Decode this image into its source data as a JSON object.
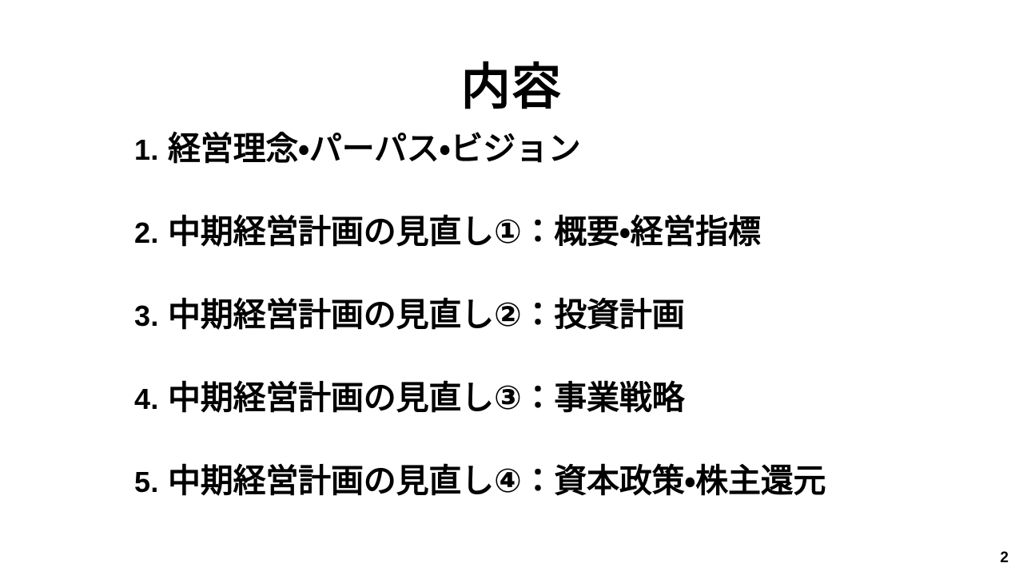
{
  "slide": {
    "title": "内容",
    "page_number": "2",
    "background_color": "#ffffff",
    "text_color": "#000000",
    "agenda": [
      {
        "number": "1.",
        "text": "経営理念・パーパス・ビジョン"
      },
      {
        "number": "2.",
        "text": "中期経営計画の見直し①：概要・経営指標"
      },
      {
        "number": "3.",
        "text": "中期経営計画の見直し②：投資計画"
      },
      {
        "number": "4.",
        "text": "中期経営計画の見直し③：事業戦略"
      },
      {
        "number": "5.",
        "text": "中期経営計画の見直し④：資本政策・株主還元"
      }
    ]
  }
}
